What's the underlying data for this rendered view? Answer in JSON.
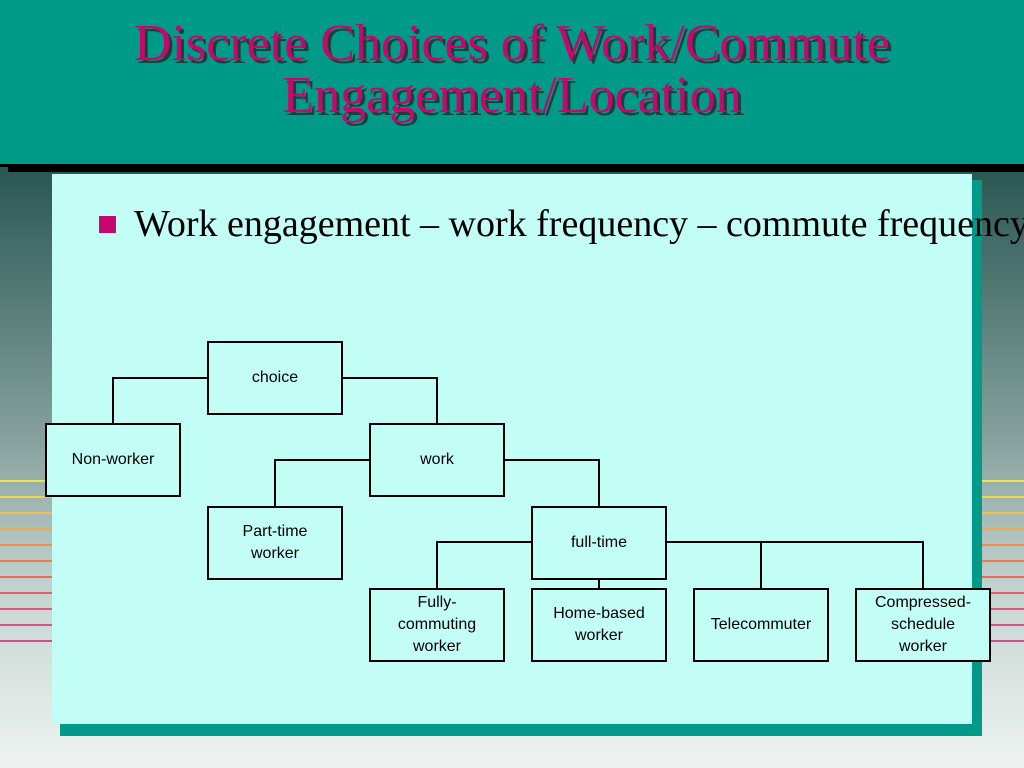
{
  "title": {
    "line1": "Discrete Choices of Work/Commute",
    "line2": "Engagement/Location"
  },
  "bullet": {
    "text": "Work engagement – work frequency – commute frequency"
  },
  "colors": {
    "title_text": "#c7076c",
    "title_bar": "#009a88",
    "panel": "#c2fdf6",
    "bullet": "#c7076c"
  },
  "tree": {
    "choice": "choice",
    "non_worker": "Non-worker",
    "work": "work",
    "part_time": "Part-time\nworker",
    "full_time": "full-time",
    "fully_commuting": "Fully-\ncommuting\nworker",
    "home_based": "Home-based\nworker",
    "telecommuter": "Telecommuter",
    "compressed": "Compressed-\nschedule\nworker"
  }
}
